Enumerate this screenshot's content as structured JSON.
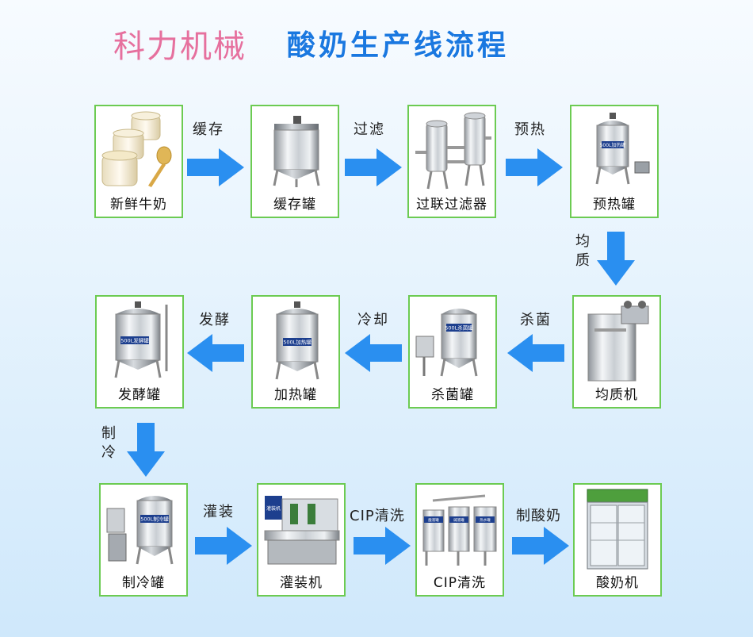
{
  "header": {
    "brand": "科力机械",
    "title": "酸奶生产线流程"
  },
  "equipment": [
    {
      "name": "新鲜牛奶"
    },
    {
      "name": "缓存罐"
    },
    {
      "name": "过联过滤器"
    },
    {
      "name": "预热罐",
      "tag": "500L加热罐"
    },
    {
      "name": "均质机"
    },
    {
      "name": "杀菌罐",
      "tag": "500L杀菌罐"
    },
    {
      "name": "加热罐",
      "tag": "500L加热罐"
    },
    {
      "name": "发酵罐",
      "tag": "500L发酵罐"
    },
    {
      "name": "制冷罐",
      "tag": "500L制冷罐"
    },
    {
      "name": "灌装机",
      "tag": "灌装机"
    },
    {
      "name": "CIP清洗",
      "tags": [
        "酸液罐",
        "碱液罐",
        "热水罐"
      ]
    },
    {
      "name": "酸奶机"
    }
  ],
  "steps": [
    {
      "label": "缓存"
    },
    {
      "label": "过滤"
    },
    {
      "label": "预热"
    },
    {
      "label": "均质"
    },
    {
      "label": "杀菌"
    },
    {
      "label": "冷却"
    },
    {
      "label": "发酵"
    },
    {
      "label": "制冷"
    },
    {
      "label": "灌装"
    },
    {
      "label": "CIP清洗"
    },
    {
      "label": "制酸奶"
    }
  ],
  "colors": {
    "arrow": "#2a8ff0",
    "box_border": "#6ccb52",
    "brand": "#e6709e",
    "title": "#1a78e0"
  }
}
